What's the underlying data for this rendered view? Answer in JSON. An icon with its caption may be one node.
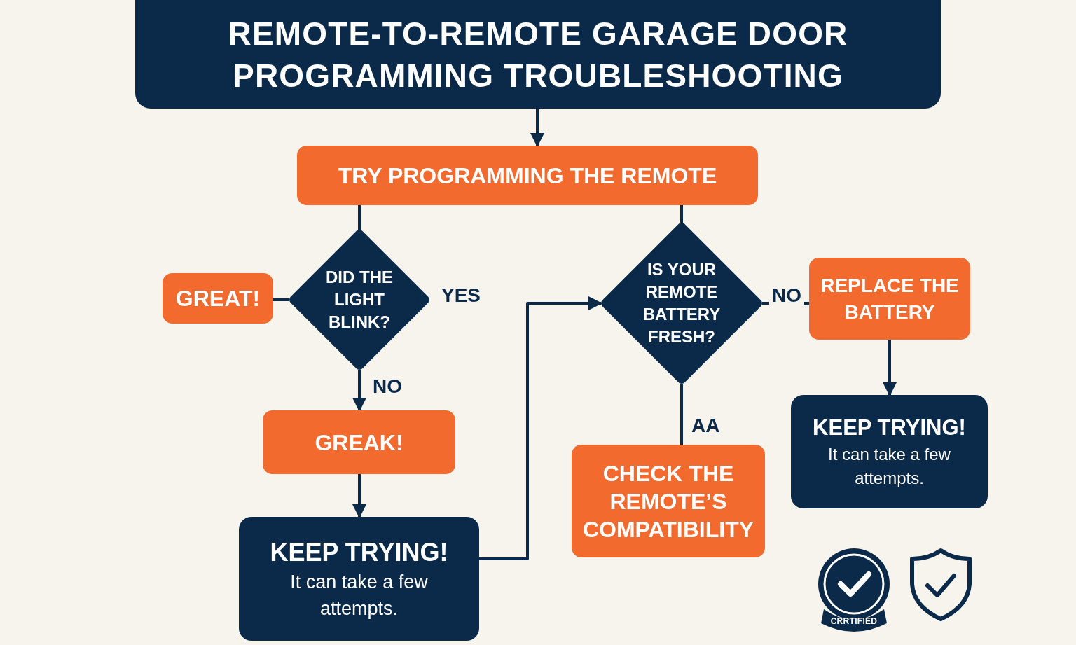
{
  "diagram": {
    "title": "REMOTE-TO-REMOTE GARAGE DOOR PROGRAMMING TROUBLESHOOTING",
    "nodes": [
      {
        "text": [
          "TRY PROGRAMMING THE REMOTE"
        ]
      },
      {
        "text": [
          "DID THE LIGHT BLINK?"
        ]
      },
      {
        "text": [
          "GREAT!"
        ]
      },
      {
        "text": [
          "GREAK!"
        ]
      },
      {
        "text": [
          "KEEP TRYING!",
          "It can take a few attempts."
        ]
      },
      {
        "text": [
          "IS YOUR REMOTE BATTERY FRESH?"
        ]
      },
      {
        "text": [
          "REPLACE THE BATTERY"
        ]
      },
      {
        "text": [
          "KEEP TRYING!",
          "It can take a few attempts."
        ]
      },
      {
        "text": [
          "CHECK THE REMOTE’S COMPATIBILITY"
        ]
      }
    ],
    "edges": [
      {
        "from": null,
        "to": 0,
        "arrow": "to"
      },
      {
        "from": 0,
        "to": 1,
        "arrow": "none"
      },
      {
        "from": 0,
        "to": 5,
        "arrow": "none"
      },
      {
        "from": 1,
        "to": 2,
        "arrow": "none"
      },
      {
        "from": 1,
        "to": 3,
        "arrow": "to",
        "label": "NO"
      },
      {
        "from": 3,
        "to": 4,
        "arrow": "to"
      },
      {
        "from": 4,
        "to": 5,
        "arrow": "to"
      },
      {
        "from": 5,
        "to": 6,
        "arrow": "none",
        "label": "NO"
      },
      {
        "from": 6,
        "to": 7,
        "arrow": "to"
      },
      {
        "from": 5,
        "to": 8,
        "arrow": "none",
        "label": "AA"
      }
    ],
    "labels": [
      "YES",
      "CRRTIFIED"
    ]
  }
}
